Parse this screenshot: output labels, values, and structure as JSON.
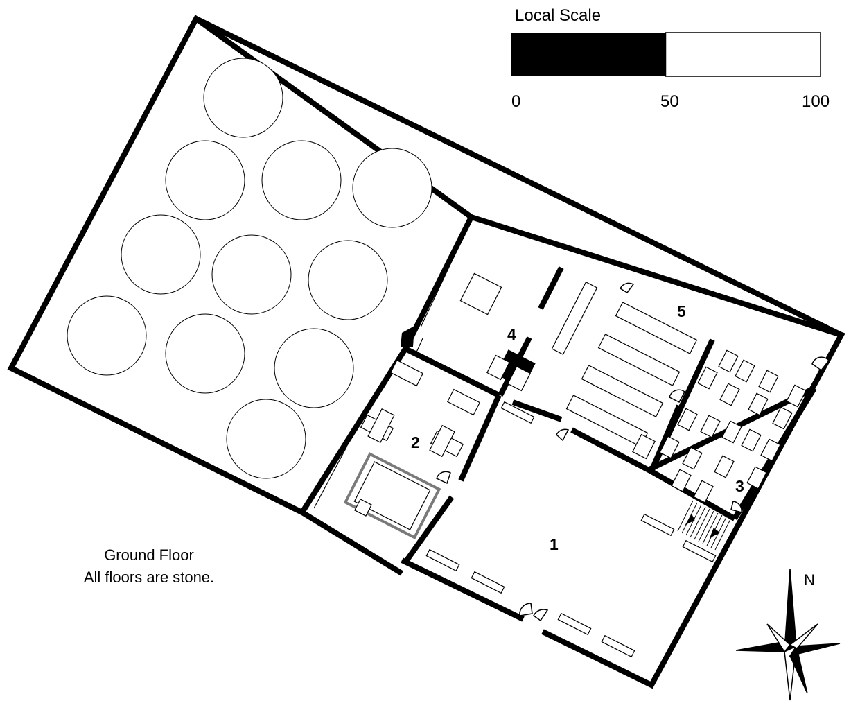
{
  "scale": {
    "title": "Local Scale",
    "ticks": [
      "0",
      "50",
      "100"
    ],
    "split_fraction": 0.5,
    "colors": {
      "filled": "#000000",
      "empty": "#ffffff"
    }
  },
  "notes": {
    "floor": "Ground Floor",
    "material": "All floors are stone."
  },
  "rooms": [
    {
      "id": "room-1",
      "label": "1"
    },
    {
      "id": "room-2",
      "label": "2"
    },
    {
      "id": "room-3",
      "label": "3"
    },
    {
      "id": "room-4",
      "label": "4"
    },
    {
      "id": "room-5",
      "label": "5"
    }
  ],
  "compass": {
    "north_label": "N",
    "icon": "compass-rose-icon"
  },
  "colors": {
    "wall": "#000000",
    "furniture": "#000000",
    "rug": "#7a7a7a",
    "background": "#ffffff"
  }
}
